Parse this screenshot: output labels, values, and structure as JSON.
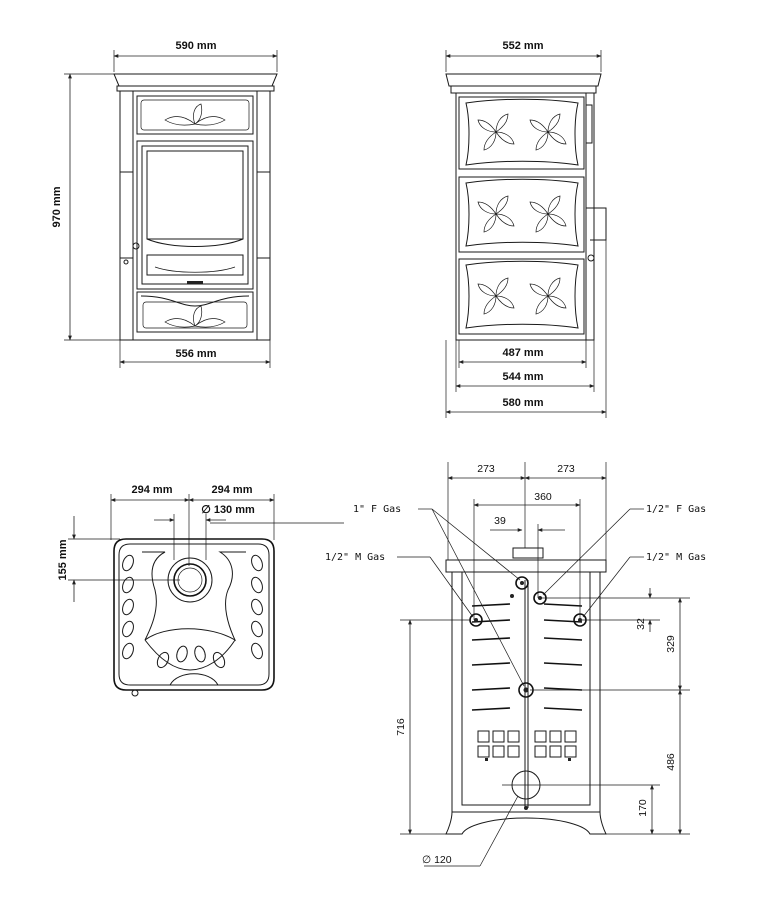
{
  "front_view": {
    "width_top": "590 mm",
    "height": "970 mm",
    "width_bottom": "556 mm"
  },
  "side_view": {
    "width_top": "552 mm",
    "width_487": "487 mm",
    "width_544": "544 mm",
    "width_580": "580 mm"
  },
  "top_view": {
    "left_width": "294 mm",
    "right_width": "294 mm",
    "flue_diameter": "∅ 130 mm",
    "flue_offset": "155 mm"
  },
  "rear_view": {
    "half_left": "273",
    "half_right": "273",
    "span_360": "360",
    "span_39": "39",
    "label_1in_f_gas": "1\" F Gas",
    "label_half_f_gas": "1/2\" F Gas",
    "label_half_m_gas_left": "1/2\" M Gas",
    "label_half_m_gas_right": "1/2\" M Gas",
    "dim_32": "32",
    "dim_329": "329",
    "dim_486": "486",
    "dim_170": "170",
    "dim_716": "716",
    "duct_diameter": "∅ 120"
  },
  "colors": {
    "line": "#1a1a1a",
    "background": "#ffffff"
  }
}
